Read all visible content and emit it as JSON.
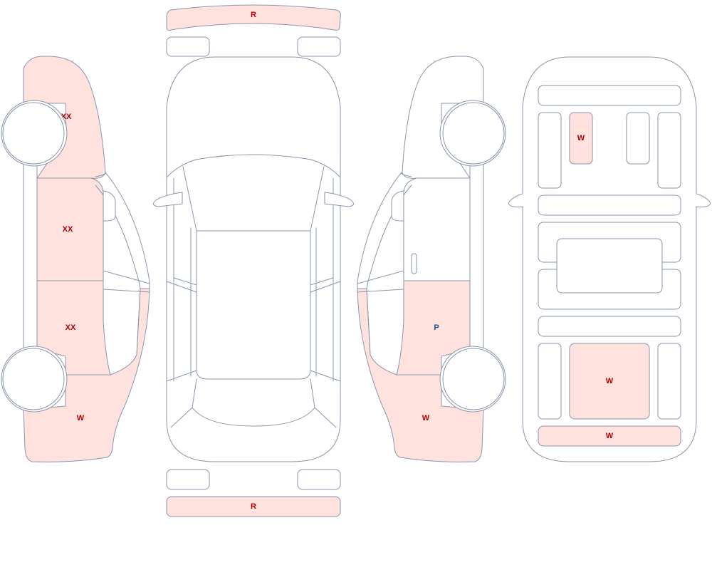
{
  "colors": {
    "outline": "#8a96aa",
    "damage_fill": "#ffe1de",
    "label_red": "#b00000",
    "label_blue": "#1a4fa0"
  },
  "labels": {
    "front_bumper": "R",
    "rear_bumper": "R",
    "left_front_fender": "XX",
    "left_front_door": "XX",
    "left_rear_door": "XX",
    "left_rear_quarter": "W",
    "right_rear_door": "P",
    "right_rear_quarter": "W",
    "floor_seat_panel": "W",
    "floor_trunk_panel": "W",
    "floor_rear_sill": "W"
  }
}
